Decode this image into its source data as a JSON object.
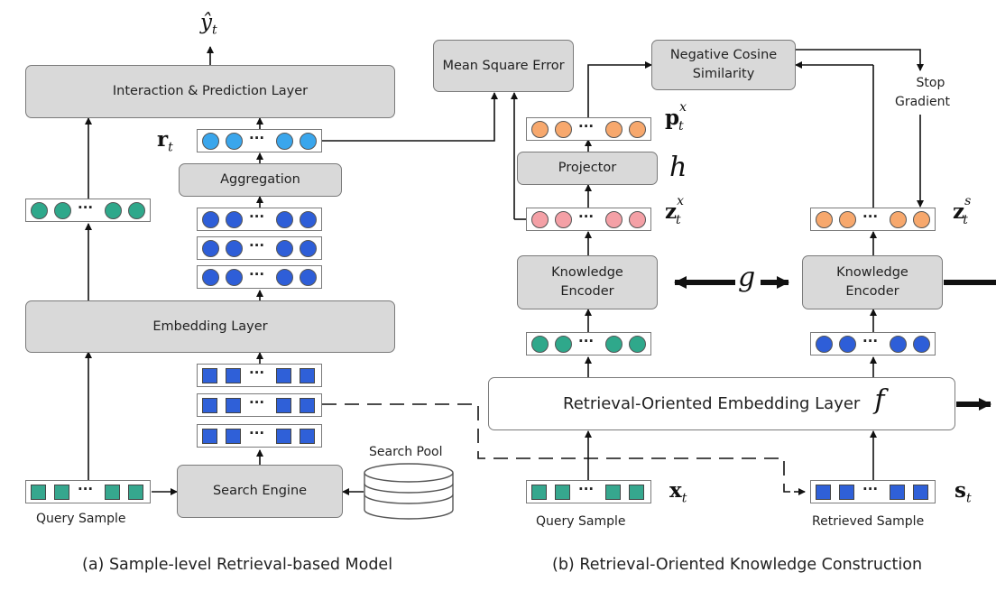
{
  "colors": {
    "teal": "#2fa88b",
    "blue_dark": "#2e5ed8",
    "blue_light": "#3aa6ec",
    "orange": "#f7a86d",
    "pink": "#f4a0a6",
    "box_gray": "#d9d9d9",
    "square_teal": "#36a78e",
    "square_blue": "#2f60d8"
  },
  "left": {
    "output_label_y": "ŷ",
    "output_label_sub": "t",
    "interaction_layer": "Interaction & Prediction Layer",
    "aggregation": "Aggregation",
    "embedding_layer": "Embedding Layer",
    "search_engine": "Search Engine",
    "search_pool": "Search Pool",
    "query_sample": "Query Sample",
    "r_label": "r",
    "r_sub": "t",
    "ellipsis": "···",
    "caption": "(a) Sample-level Retrieval-based Model"
  },
  "right": {
    "mse": "Mean Square Error",
    "neg_cos_line1": "Negative Cosine",
    "neg_cos_line2": "Similarity",
    "stop_gradient_line1": "Stop",
    "stop_gradient_line2": "Gradient",
    "projector": "Projector",
    "h_label": "h",
    "p_label": "p",
    "p_sup": "x",
    "p_sub": "t",
    "zx_label": "z",
    "zx_sup": "x",
    "zx_sub": "t",
    "zs_label": "z",
    "zs_sup": "s",
    "zs_sub": "t",
    "knowledge_encoder_line1": "Knowledge",
    "knowledge_encoder_line2": "Encoder",
    "g_label": "g",
    "retrieval_embedding": "Retrieval-Oriented Embedding Layer",
    "f_label": "f",
    "x_label": "x",
    "x_sub": "t",
    "s_label": "s",
    "s_sub": "t",
    "query_sample": "Query Sample",
    "retrieved_sample": "Retrieved Sample",
    "caption": "(b) Retrieval-Oriented Knowledge Construction"
  }
}
